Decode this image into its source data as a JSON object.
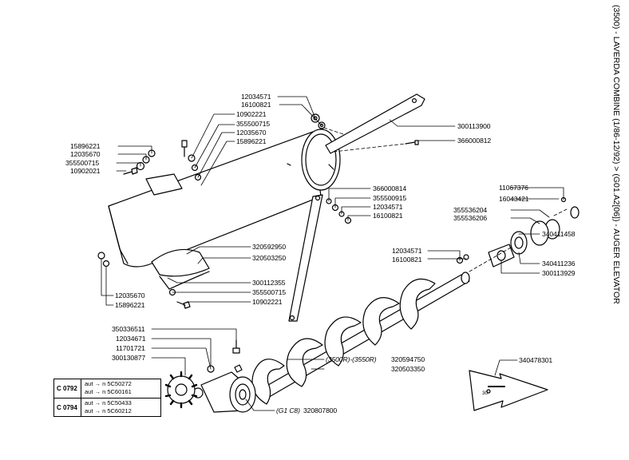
{
  "title": "(3500) - LAVERDA COMBINE (1/86-12/92) > (G01.A2[06]) - AUGER ELEVATOR",
  "labels": {
    "p12034571_top": "12034571",
    "p16100821_top": "16100821",
    "p10902221_top": "10902221",
    "p355500715_top": "355500715",
    "p12035670_top": "12035670",
    "p15896221_top": "15896221",
    "p300113900": "300113900",
    "p366000812": "366000812",
    "p15896221_left": "15896221",
    "p12035670_left": "12035670",
    "p355500715_left": "355500715",
    "p10902021_left": "10902021",
    "p366000814": "366000814",
    "p355500915": "355500915",
    "p12034571_mid": "12034571",
    "p16100821_mid": "16100821",
    "p11067376": "11067376",
    "p16043421": "16043421",
    "p355536204": "355536204",
    "p355536206": "355536206",
    "p12034571_right": "12034571",
    "p16100821_right": "16100821",
    "p340411458": "340411458",
    "p340411236": "340411236",
    "p300113929": "300113929",
    "p320592950": "320592950",
    "p320503250": "320503250",
    "p300112355": "300112355",
    "p355500715_bot": "355500715",
    "p10902221_bot": "10902221",
    "p12035670_bl": "12035670",
    "p15896221_bl": "15896221",
    "p350336511": "350336511",
    "p12034671": "12034671",
    "p11701721": "11701721",
    "p300130877": "300130877",
    "p3500R": "(3500R)-(3550R)",
    "p320594750": "320594750",
    "p320503350": "320503350",
    "p340478301": "340478301",
    "pG1C8": "(G1 C8)",
    "p320807800": "320807800",
    "sym30": "30"
  },
  "legend": [
    {
      "code": "C 0792",
      "lines": [
        "aut → n 5C50272",
        "aut → n 5C60161"
      ]
    },
    {
      "code": "C 0794",
      "lines": [
        "aut → n 5C50433",
        "aut → n 5C60212"
      ]
    }
  ]
}
